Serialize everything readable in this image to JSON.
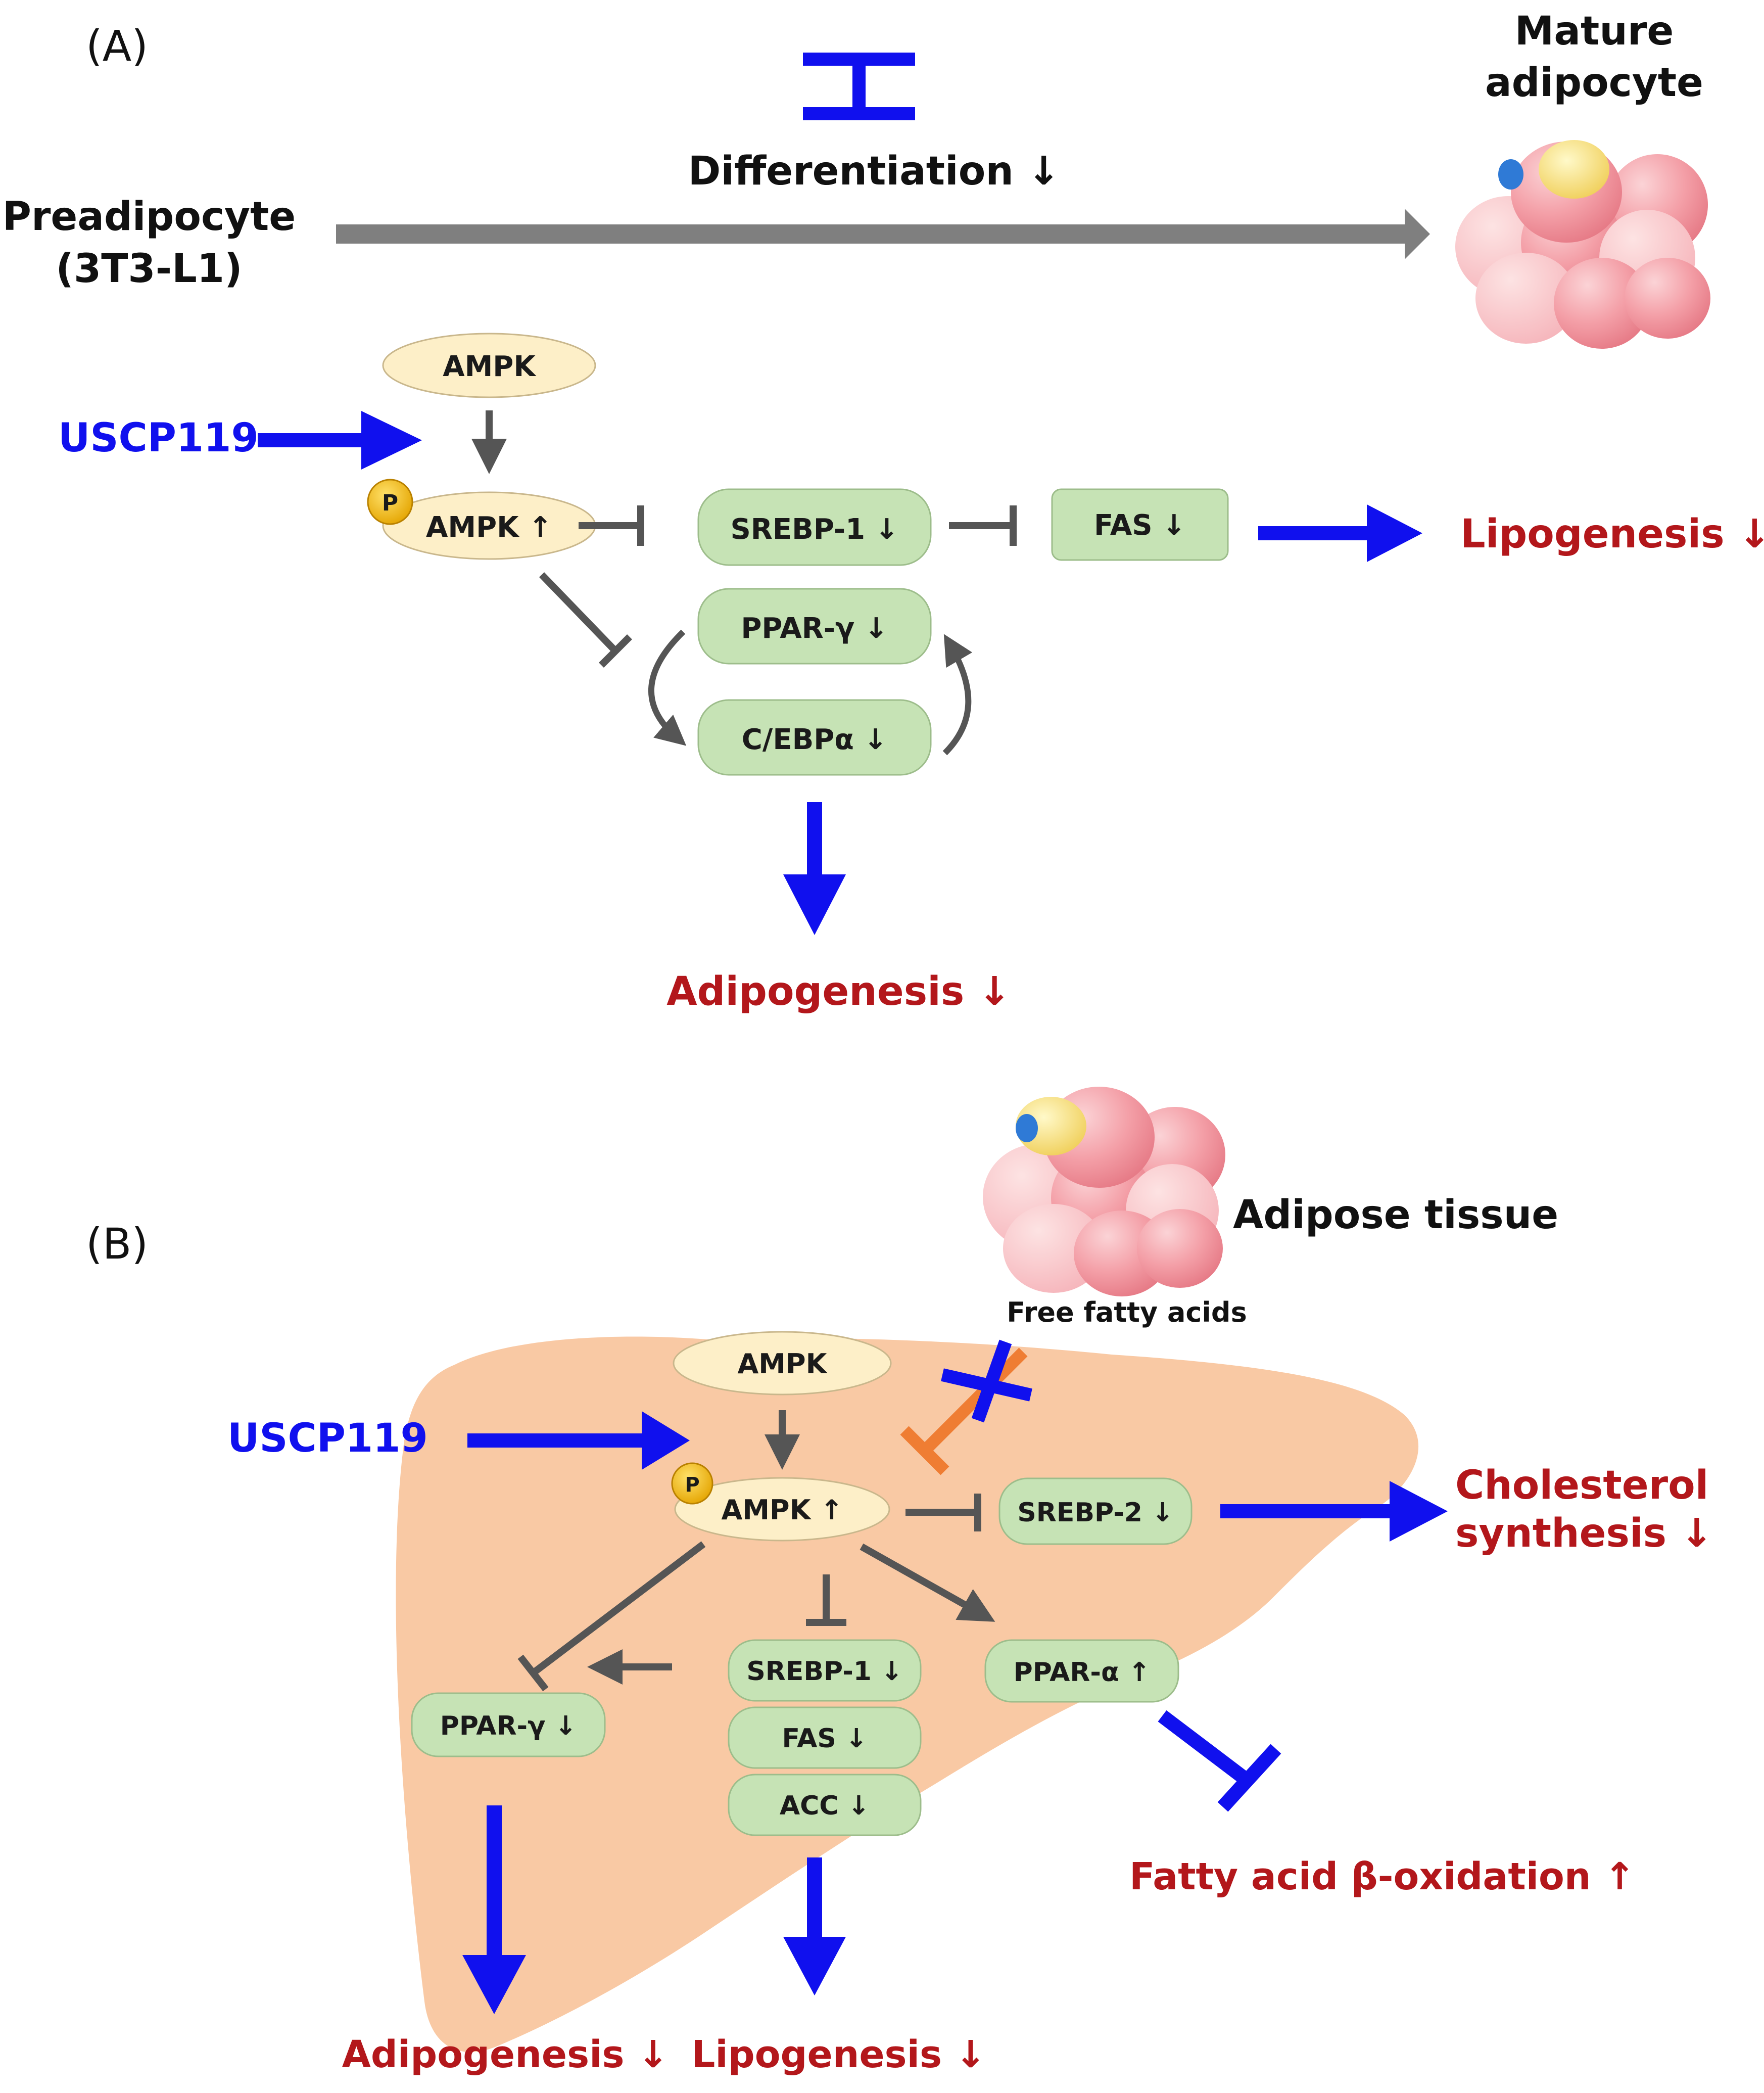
{
  "panel_a": {
    "label": "(A)",
    "preadipocyte": "Preadipocyte",
    "cell_line": "(3T3-L1)",
    "differentiation": "Differentiation ↓",
    "mature_line1": "Mature",
    "mature_line2": "adipocyte",
    "treatment": "USCP119",
    "nodes": {
      "ampk": "AMPK",
      "p": "P",
      "p_ampk": "AMPK ↑",
      "srebp1": "SREBP-1 ↓",
      "fas": "FAS ↓",
      "pparg": "PPAR-γ ↓",
      "cebpa": "C/EBPα ↓"
    },
    "outcomes": {
      "lipogenesis": "Lipogenesis ↓",
      "adipogenesis": "Adipogenesis ↓"
    }
  },
  "panel_b": {
    "label": "(B)",
    "adipose": "Adipose tissue",
    "ffa": "Free fatty acids",
    "treatment": "USCP119",
    "nodes": {
      "ampk": "AMPK",
      "p": "P",
      "p_ampk": "AMPK ↑",
      "srebp2": "SREBP-2 ↓",
      "srebp1": "SREBP-1 ↓",
      "fas": "FAS ↓",
      "acc": "ACC ↓",
      "ppara": "PPAR-α ↑",
      "pparg": "PPAR-γ ↓"
    },
    "outcomes": {
      "chol_line1": "Cholesterol",
      "chol_line2": "synthesis ↓",
      "fao": "Fatty acid β-oxidation ↑",
      "adipogenesis": "Adipogenesis ↓",
      "lipogenesis": "Lipogenesis ↓"
    }
  },
  "colors": {
    "blue": "#1010ee",
    "red": "#b3171b",
    "gray_arrow": "#555555",
    "green_box": "#c6e3b5",
    "yellow_box": "#fdefc8",
    "liver": "#f9c9a4",
    "orange": "#ef7d33"
  }
}
